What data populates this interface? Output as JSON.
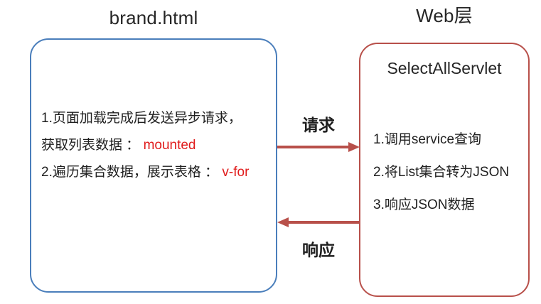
{
  "diagram": {
    "type": "flow-diagram",
    "background_color": "#ffffff",
    "client": {
      "title": "brand.html",
      "border_color": "#4a7ebb",
      "lines": [
        "1.页面加载完成后发送异步请求，",
        "获取列表数据 ：",
        "2.遍历集合数据，展示表格 ："
      ],
      "keyword_1": "mounted",
      "keyword_2": "v-for",
      "keyword_color": "#e01b1b"
    },
    "server": {
      "title": "Web层",
      "heading": "SelectAllServlet",
      "border_color": "#b8504a",
      "steps": [
        "1.调用service查询",
        "2.将List集合转为JSON",
        "3.响应JSON数据"
      ]
    },
    "arrows": [
      {
        "label": "请求",
        "direction": "right",
        "color": "#b8504a",
        "from": "brand.html",
        "to": "SelectAllServlet"
      },
      {
        "label": "响应",
        "direction": "left",
        "color": "#b8504a",
        "from": "SelectAllServlet",
        "to": "brand.html"
      }
    ]
  }
}
